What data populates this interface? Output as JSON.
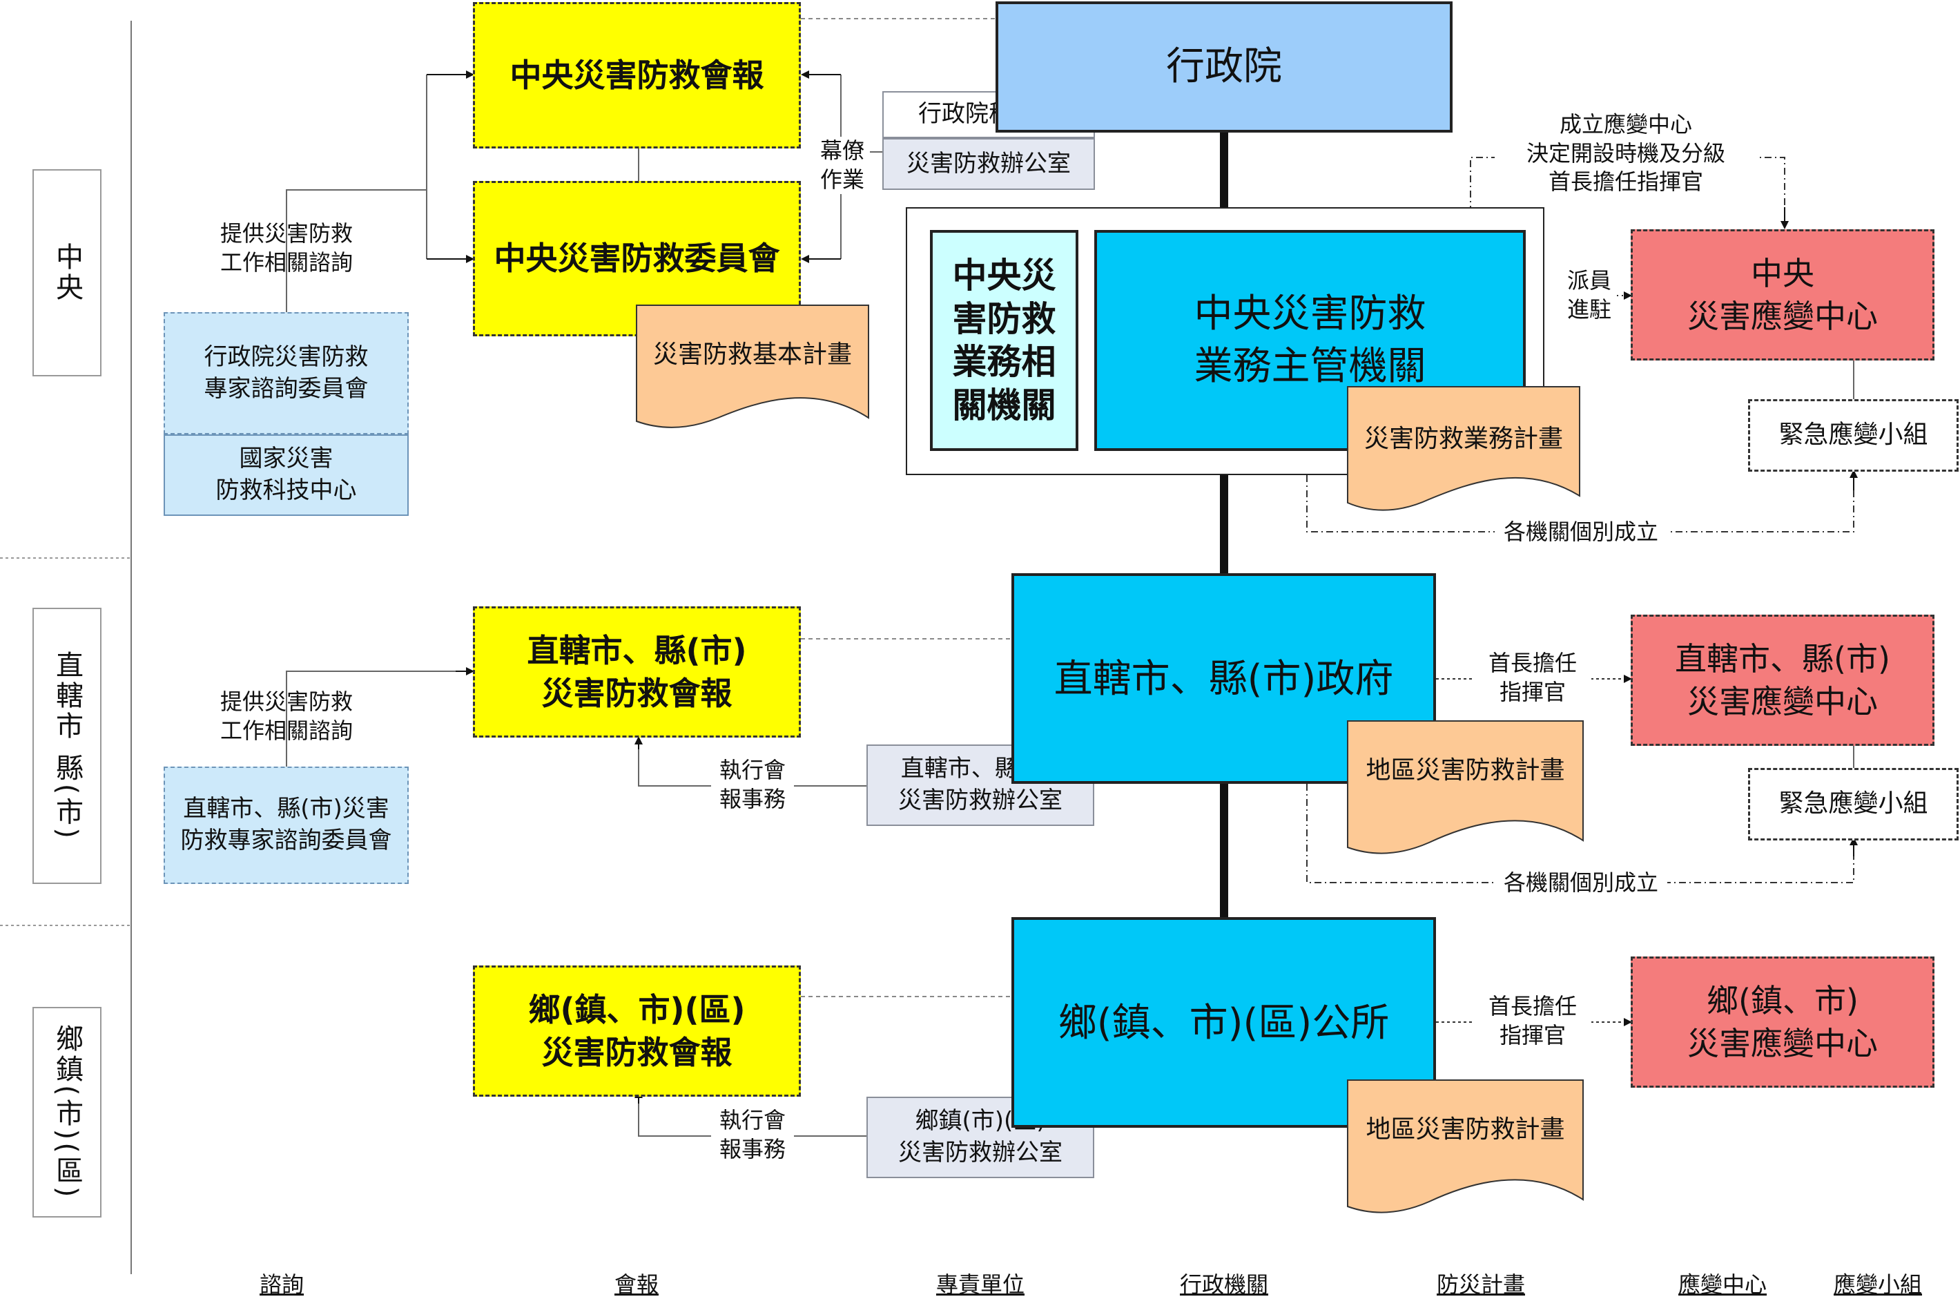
{
  "levels": {
    "central": "中央",
    "municipal": "直轄市 縣(市)",
    "township": "鄉鎮(市)(區)"
  },
  "columns": [
    "諮詢",
    "會報",
    "專責單位",
    "行政機關",
    "防災計畫",
    "應變中心",
    "應變小組"
  ],
  "central": {
    "council": "中央災害防救會報",
    "committee": "中央災害防救委員會",
    "advice_label": [
      "提供災害防救",
      "工作相關諮詢"
    ],
    "expert_committee": [
      "行政院災害防救",
      "專家諮詢委員會"
    ],
    "tech_center": [
      "國家災害",
      "防救科技中心"
    ],
    "staff_work": [
      "幕僚",
      "作業"
    ],
    "secretariat": "行政院秘書處",
    "office": "災害防救辦公室",
    "basic_plan": "災害防救基本計畫",
    "executive_yuan": "行政院",
    "related_agencies": [
      "中央災",
      "害防救",
      "業務相",
      "關機關"
    ],
    "competent_authority": [
      "中央災害防救",
      "業務主管機關"
    ],
    "operation_plan": "災害防救業務計畫",
    "setup_label": [
      "成立應變中心",
      "決定開設時機及分級",
      "首長擔任指揮官"
    ],
    "dispatch_label": [
      "派員",
      "進駐"
    ],
    "eoc": [
      "中央",
      "災害應變中心"
    ],
    "emergency_team": "緊急應變小組",
    "each_agency": "各機關個別成立"
  },
  "municipal": {
    "council": [
      "直轄市、縣(市)",
      "災害防救會報"
    ],
    "advice_label": [
      "提供災害防救",
      "工作相關諮詢"
    ],
    "expert_committee": [
      "直轄市、縣(市)災害",
      "防救專家諮詢委員會"
    ],
    "exec_label": [
      "執行會",
      "報事務"
    ],
    "office": [
      "直轄市、縣(市)",
      "災害防救辦公室"
    ],
    "government": "直轄市、縣(市)政府",
    "plan": "地區災害防救計畫",
    "commander_label": [
      "首長擔任",
      "指揮官"
    ],
    "eoc": [
      "直轄市、縣(市)",
      "災害應變中心"
    ],
    "emergency_team": "緊急應變小組",
    "each_agency": "各機關個別成立"
  },
  "township": {
    "council": [
      "鄉(鎮、市)(區)",
      "災害防救會報"
    ],
    "exec_label": [
      "執行會",
      "報事務"
    ],
    "office": [
      "鄉鎮(市)(區)",
      "災害防救辦公室"
    ],
    "office_name": "鄉(鎮、市)(區)公所",
    "plan": "地區災害防救計畫",
    "commander_label": [
      "首長擔任",
      "指揮官"
    ],
    "eoc": [
      "鄉(鎮、市)",
      "災害應變中心"
    ]
  },
  "colors": {
    "yellow": "#ffff00",
    "cyan": "#00c8f8",
    "red": "#f47c7c",
    "document": "#fdc995",
    "grey_box": "#e4e8f2",
    "light_blue": "#cde9fa"
  }
}
